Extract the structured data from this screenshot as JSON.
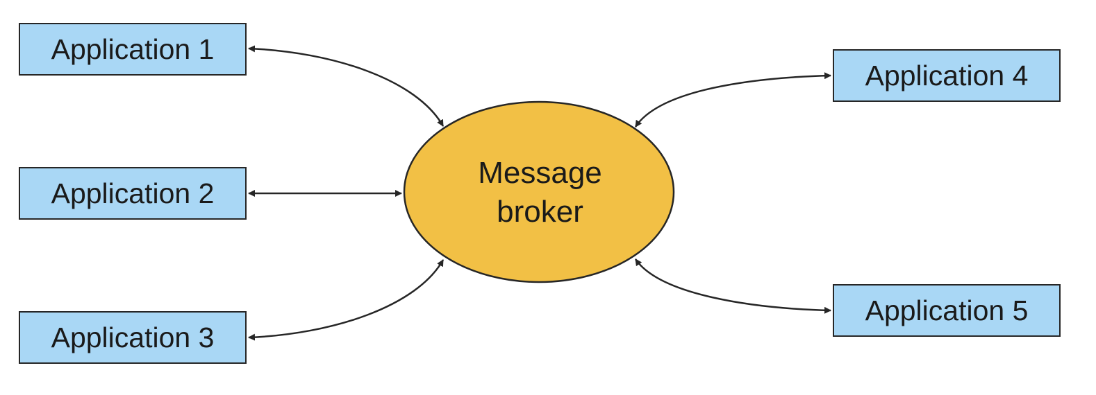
{
  "broker": {
    "label_line1": "Message",
    "label_line2": "broker",
    "fill_color": "#f2c045"
  },
  "applications": [
    {
      "label": "Application 1"
    },
    {
      "label": "Application 2"
    },
    {
      "label": "Application 3"
    },
    {
      "label": "Application 4"
    },
    {
      "label": "Application 5"
    }
  ],
  "colors": {
    "app_fill": "#a9d7f5",
    "outline": "#262626"
  },
  "connections": [
    {
      "from": "Application 1",
      "to": "Message broker",
      "direction": "bidirectional"
    },
    {
      "from": "Application 2",
      "to": "Message broker",
      "direction": "bidirectional"
    },
    {
      "from": "Application 3",
      "to": "Message broker",
      "direction": "bidirectional"
    },
    {
      "from": "Application 4",
      "to": "Message broker",
      "direction": "bidirectional"
    },
    {
      "from": "Application 5",
      "to": "Message broker",
      "direction": "bidirectional"
    }
  ]
}
